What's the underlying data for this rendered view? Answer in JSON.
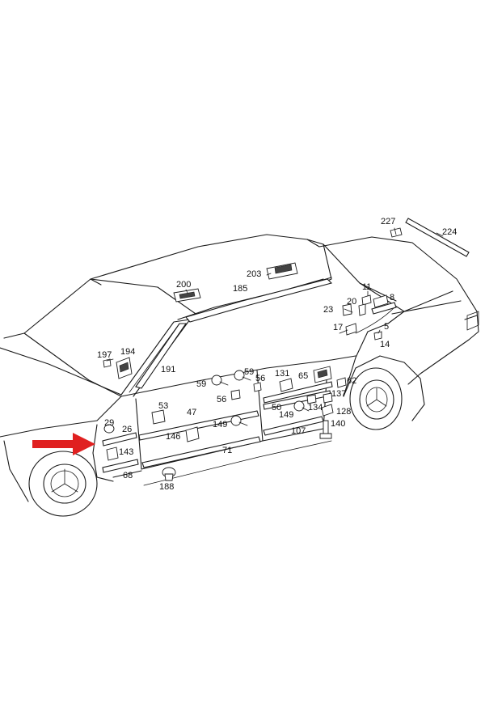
{
  "callouts": {
    "n224": "224",
    "n227": "227",
    "n200": "200",
    "n203": "203",
    "n185": "185",
    "n11": "11",
    "n20": "20",
    "n8": "8",
    "n23": "23",
    "n17": "17",
    "n5": "5",
    "n14": "14",
    "n197": "197",
    "n194": "194",
    "n191": "191",
    "n59a": "59",
    "n59b": "59",
    "n56a": "56",
    "n56b": "56",
    "n131": "131",
    "n65": "65",
    "n62": "62",
    "n137": "137",
    "n53": "53",
    "n47": "47",
    "n50": "50",
    "n149a": "149",
    "n149b": "149",
    "n134": "134",
    "n128": "128",
    "n140": "140",
    "n29": "29",
    "n26": "26",
    "n146": "146",
    "n107": "107",
    "n71": "71",
    "n143": "143",
    "n68": "68",
    "n188": "188"
  },
  "colors": {
    "line": "#1a1a1a",
    "arrow": "#e02020",
    "background": "#ffffff"
  }
}
